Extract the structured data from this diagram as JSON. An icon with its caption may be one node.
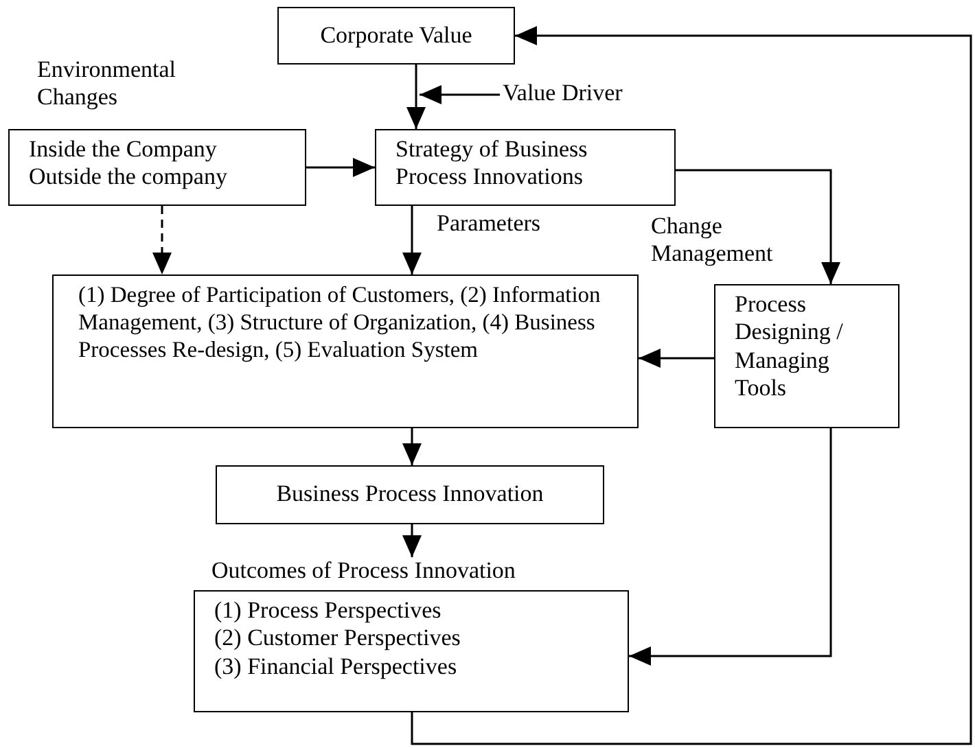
{
  "diagram": {
    "nodes": [
      {
        "text": [
          "Corporate Value"
        ]
      },
      {
        "text": [
          "Environmental Changes",
          "Inside the Company",
          "Outside the company"
        ]
      },
      {
        "text": [
          "Strategy of Business Process Innovations"
        ]
      },
      {
        "text": [
          "(1) Degree of Participation of Customers, (2) Information Management, (3) Structure of Organization, (4) Business Processes Re-design, (5) Evaluation System"
        ]
      },
      {
        "text": [
          "Process Designing / Managing Tools"
        ]
      },
      {
        "text": [
          "Business Process Innovation"
        ]
      },
      {
        "text": [
          "Outcomes of Process Innovation",
          "(1) Process Perspectives",
          "(2) Customer Perspectives",
          "(3) Financial Perspectives"
        ]
      },
      {
        "text": [
          "Value Driver"
        ]
      }
    ],
    "edges": [
      {
        "from": 0,
        "to": 2,
        "arrow": "to"
      },
      {
        "from": 7,
        "to": 0,
        "arrow": "to"
      },
      {
        "from": 1,
        "to": 2,
        "arrow": "to"
      },
      {
        "from": 1,
        "to": 3,
        "arrow": "to",
        "style": "dashed"
      },
      {
        "from": 2,
        "to": 3,
        "arrow": "to",
        "label": "Parameters"
      },
      {
        "from": 2,
        "to": 4,
        "arrow": "to",
        "label": "Change Management"
      },
      {
        "from": 4,
        "to": 3,
        "arrow": "to"
      },
      {
        "from": 3,
        "to": 5,
        "arrow": "to"
      },
      {
        "from": 5,
        "to": 6,
        "arrow": "to"
      },
      {
        "from": 4,
        "to": 6,
        "arrow": "to"
      },
      {
        "from": 6,
        "to": 0,
        "arrow": "to"
      }
    ]
  }
}
